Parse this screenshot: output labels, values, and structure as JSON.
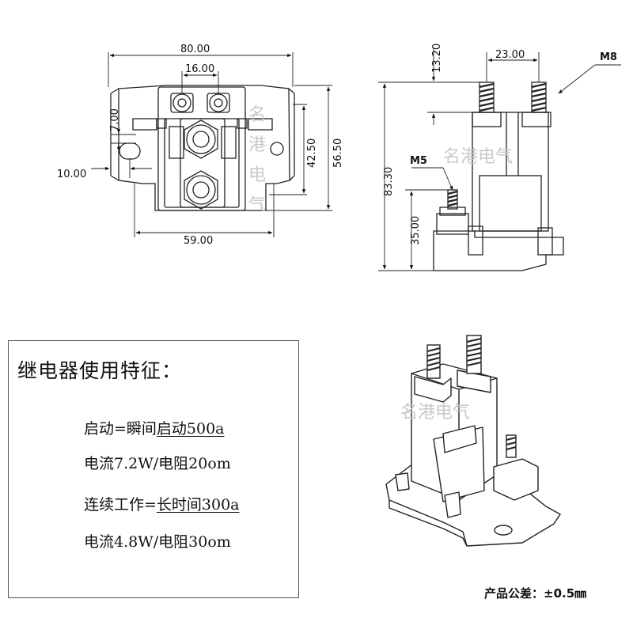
{
  "front_view": {
    "dim_width": "80.00",
    "dim_stud_spacing": "16.00",
    "dim_hole_offset": "7.00",
    "dim_side_offset": "10.00",
    "dim_base_width": "59.00",
    "dim_inner_height": "42.50",
    "dim_total_height": "56.50"
  },
  "side_view": {
    "dim_stud_spacing": "23.00",
    "dim_stud_length": "13.20",
    "dim_total_height": "83.30",
    "dim_small_terminal_height": "35.00",
    "label_main_thread": "M8",
    "label_small_thread": "M5"
  },
  "watermark": "名港电气",
  "watermark_front": [
    "名",
    "港",
    "电",
    "气"
  ],
  "spec": {
    "title": "继电器使用特征：",
    "line1_prefix": "启动=瞬间",
    "line1_underlined": "启动500a",
    "line2": "电流7.2W/电阻20om",
    "line3_prefix": "连续工作=",
    "line3_underlined": "长时间300a",
    "line4": "电流4.8W/电阻30om"
  },
  "tolerance": "产品公差：±0.5㎜"
}
